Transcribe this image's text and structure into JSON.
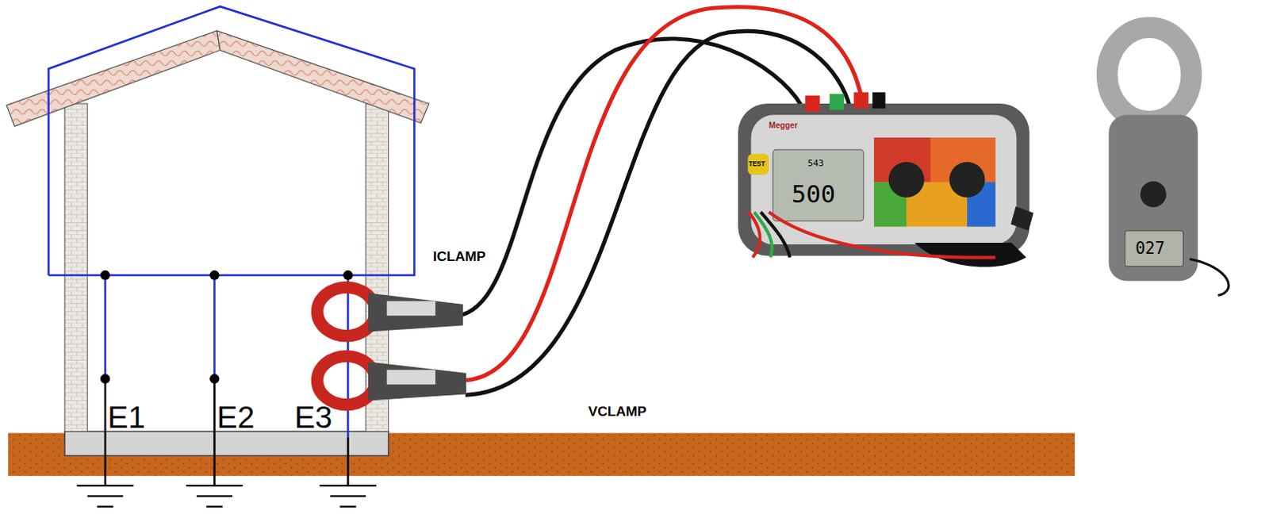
{
  "diagram": {
    "labels": [
      "ICLAMP",
      "VCLAMP",
      "E1",
      "E2",
      "E3",
      "Megger",
      "TEST",
      "543",
      "500",
      "027"
    ]
  }
}
